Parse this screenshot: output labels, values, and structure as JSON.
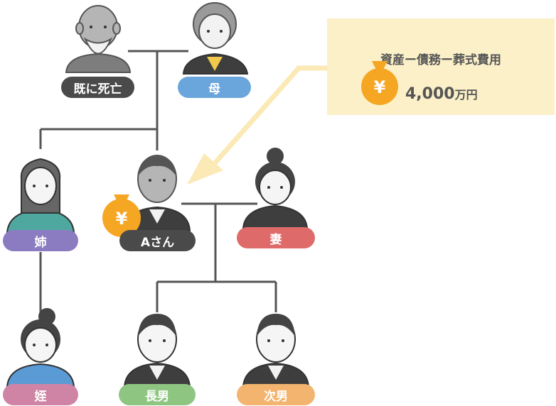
{
  "people": {
    "father": {
      "label": "既に死亡",
      "color": "#4a4a4a"
    },
    "mother": {
      "label": "母",
      "color": "#6aa6dc"
    },
    "sister": {
      "label": "姉",
      "color": "#8b7cc2"
    },
    "a": {
      "label": "Aさん",
      "color": "#4a4a4a"
    },
    "wife": {
      "label": "妻",
      "color": "#df6a6a"
    },
    "niece": {
      "label": "姪",
      "color": "#cf84a5"
    },
    "son1": {
      "label": "長男",
      "color": "#8ec581"
    },
    "son2": {
      "label": "次男",
      "color": "#f2b46e"
    }
  },
  "estate_note": {
    "title": "資産ー債務ー葬式費用",
    "amount": "4,000",
    "unit": "万円"
  },
  "colors": {
    "line": "#555555",
    "arrow": "#fbe9b6",
    "money_bag": "#f5a623",
    "note_bg": "#fbf0c8"
  },
  "icons": {
    "money_bag": "money-bag-icon",
    "yen": "yen-glyph"
  }
}
